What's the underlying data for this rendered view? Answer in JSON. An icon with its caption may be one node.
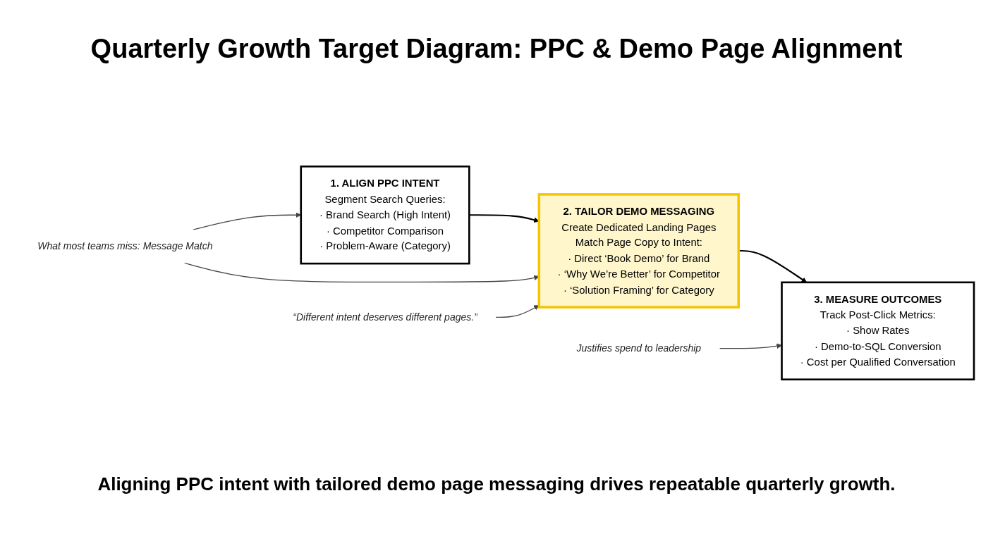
{
  "diagram": {
    "title": "Quarterly Growth Target Diagram: PPC & Demo Page Alignment",
    "caption": "Aligning PPC intent with tailored demo page messaging drives repeatable quarterly growth.",
    "nodes": [
      {
        "text": [
          "1. ALIGN PPC INTENT",
          "Segment Search Queries:",
          "· Brand Search (High Intent)",
          "· Competitor Comparison",
          "· Problem-Aware (Category)"
        ]
      },
      {
        "text": [
          "2. TAILOR DEMO MESSAGING",
          "Create Dedicated Landing Pages",
          "Match Page Copy to Intent:",
          "· Direct ‘Book Demo’ for Brand",
          "· ‘Why We’re Better’ for Competitor",
          "· ‘Solution Framing’ for Category"
        ]
      },
      {
        "text": [
          "3. MEASURE OUTCOMES",
          "Track Post-Click Metrics:",
          "· Show Rates",
          "· Demo-to-SQL Conversion",
          "· Cost per Qualified Conversation"
        ]
      },
      {
        "text": [
          "What most teams miss: Message Match"
        ]
      },
      {
        "text": [
          "“Different intent deserves different pages.”"
        ]
      },
      {
        "text": [
          "Justifies spend to leadership"
        ]
      }
    ],
    "edges": [
      {
        "from": 0,
        "to": 1,
        "arrow": "to"
      },
      {
        "from": 1,
        "to": 2,
        "arrow": "to"
      },
      {
        "from": 3,
        "to": 0,
        "arrow": "to",
        "color": "#444444"
      },
      {
        "from": 3,
        "to": 1,
        "arrow": "to",
        "color": "#444444"
      },
      {
        "from": 4,
        "to": 1,
        "arrow": "to",
        "color": "#444444"
      },
      {
        "from": 5,
        "to": 2,
        "arrow": "to",
        "color": "#444444"
      }
    ]
  }
}
